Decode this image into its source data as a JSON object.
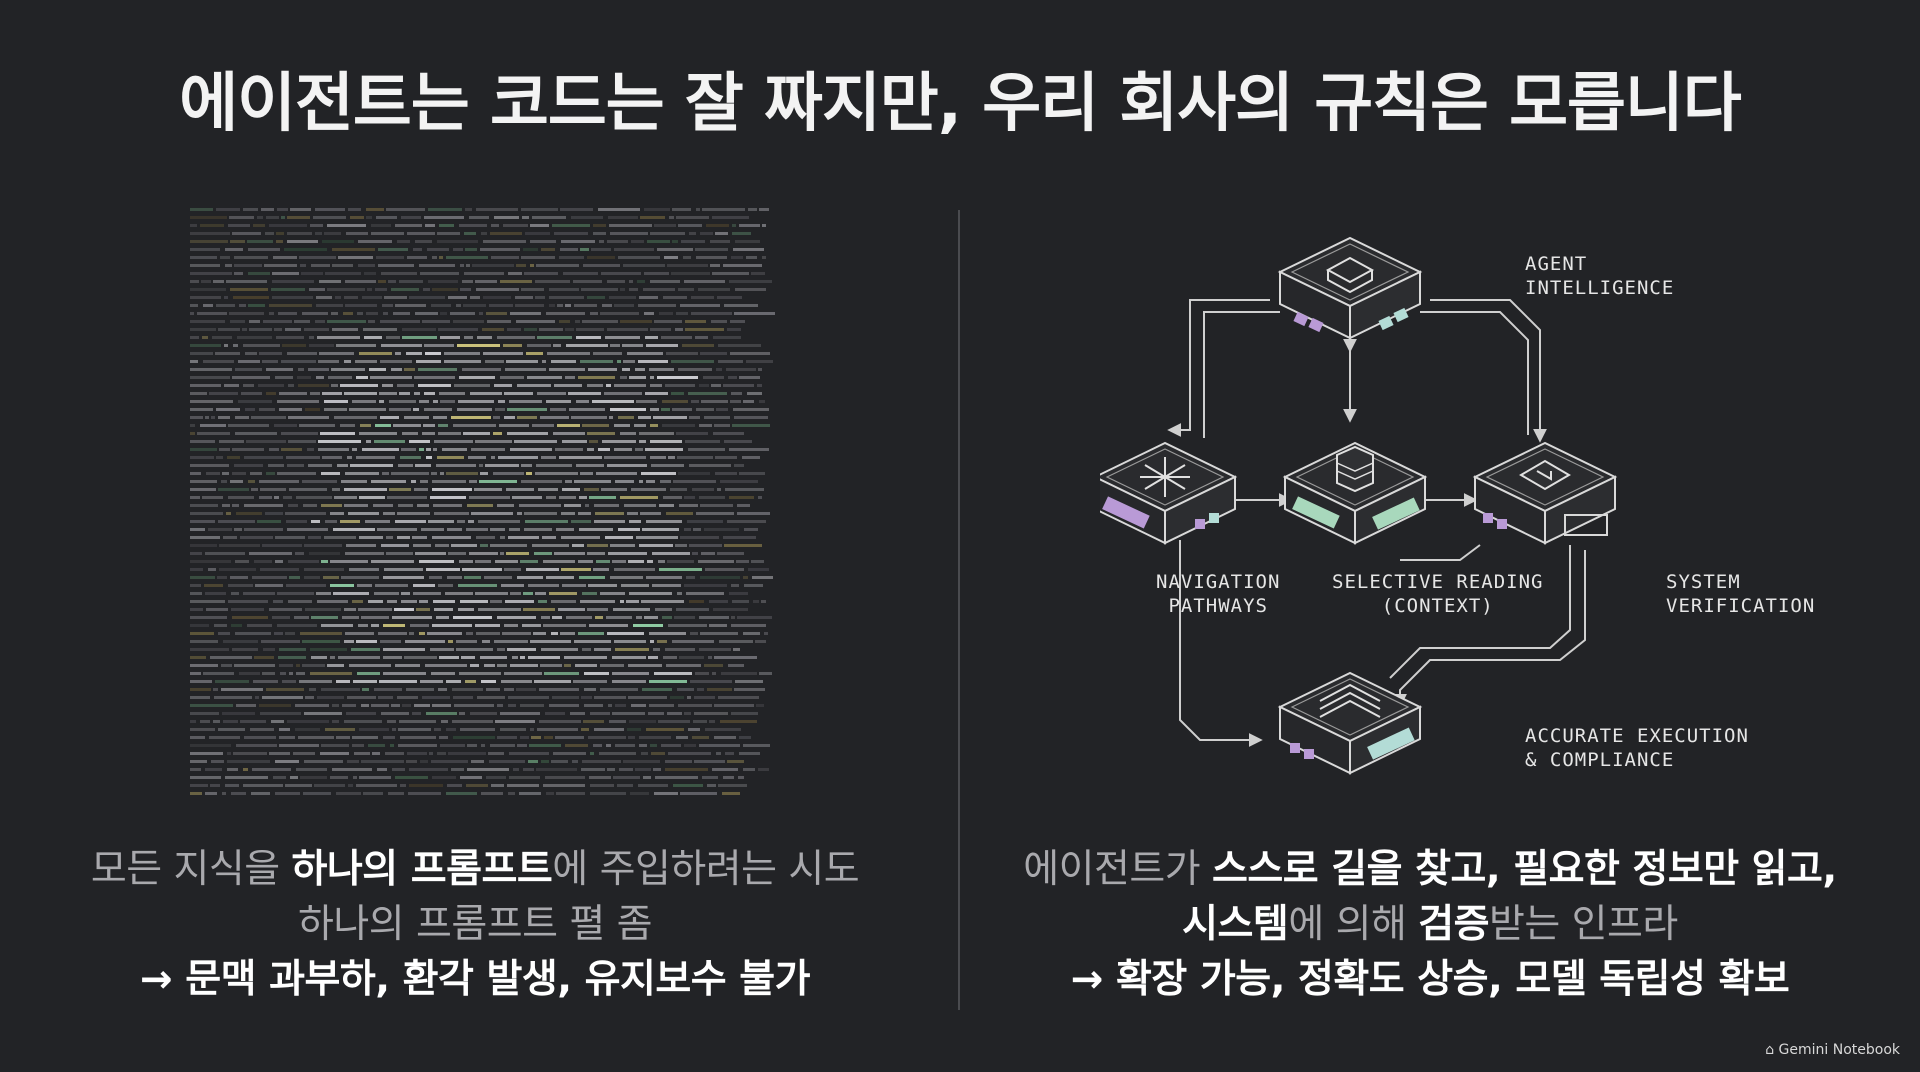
{
  "title": "에이전트는 코드는 잘 짜지만, 우리 회사의 규칙은 모릅니다",
  "left": {
    "line1": {
      "a": "모든 지식을 ",
      "b": "하나의 프롬프트",
      "c": "에 주입하려는 시도"
    },
    "line2": "하나의 프롬프트 펼 좀",
    "line3": "→ 문맥 과부하, 환각 발생, 유지보수 불가"
  },
  "right": {
    "line1": {
      "a": "에이전트가 ",
      "b": "스스로 길을 찾고, 필요한 정보만 읽고,"
    },
    "line2": {
      "a": "시스템",
      "b": "에 의해 ",
      "c": "검증",
      "d": "받는 인프라"
    },
    "line3": "→ 확장 가능, 정확도 상승, 모델 독립성 확보"
  },
  "diagram": {
    "nodes": [
      {
        "id": "agent",
        "label": "AGENT\nINTELLIGENCE"
      },
      {
        "id": "nav",
        "label": "NAVIGATION\nPATHWAYS"
      },
      {
        "id": "reading",
        "label": "SELECTIVE READING\n(CONTEXT)"
      },
      {
        "id": "verify",
        "label": "SYSTEM\nVERIFICATION"
      },
      {
        "id": "exec",
        "label": "ACCURATE EXECUTION\n& COMPLIANCE"
      }
    ],
    "accent_colors": {
      "purple": "#b99ad6",
      "green": "#a8d8bc",
      "teal": "#b3dcd6"
    }
  },
  "brand": "Gemini Notebook"
}
